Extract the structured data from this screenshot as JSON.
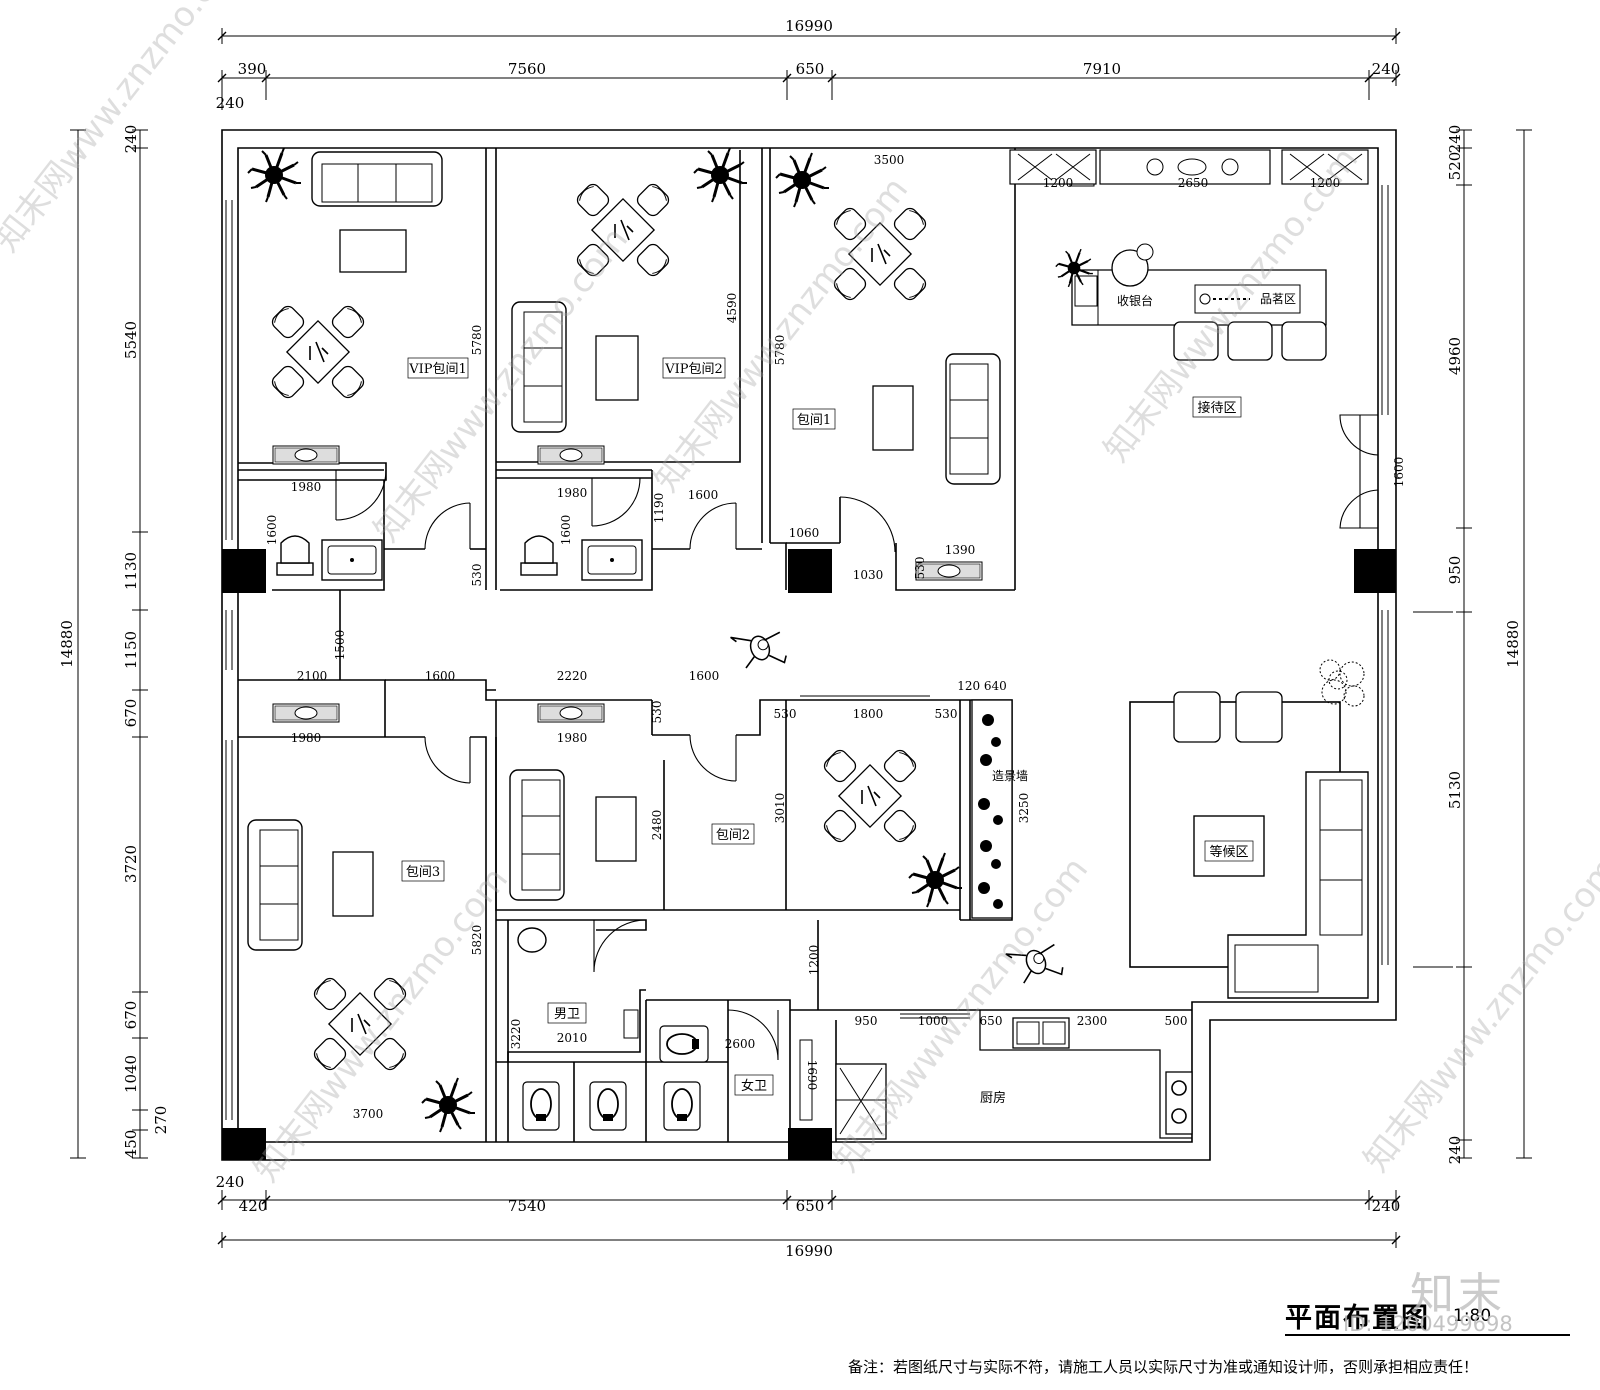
{
  "drawing": {
    "title": "平面布置图",
    "scale": "1:80",
    "note": "备注：若图纸尺寸与实际不符，请施工人员以实际尺寸为准或通知设计师，否则承担相应责任！"
  },
  "dims_top": {
    "total": "16990",
    "d1": "390",
    "d2": "7560",
    "d3": "650",
    "d4": "7910",
    "d5": "240",
    "d6": "240"
  },
  "dims_bottom": {
    "total": "16990",
    "d1": "420",
    "d2": "7540",
    "d3": "650",
    "d4": "240",
    "d5": "240"
  },
  "dims_left": {
    "total": "14880",
    "d1": "240",
    "d2": "5540",
    "d3": "1130",
    "d4": "1150",
    "d5": "670",
    "d6": "3720",
    "d7": "670",
    "d8": "1040",
    "d9": "270",
    "d10": "450"
  },
  "dims_right": {
    "total": "14880",
    "d1": "240",
    "d2": "520",
    "d3": "4960",
    "d4": "950",
    "d5": "5130",
    "d6": "240"
  },
  "rooms": {
    "vip1": "VIP包间1",
    "vip2": "VIP包间2",
    "room1": "包间1",
    "room2": "包间2",
    "room3": "包间3",
    "reception": "接待区",
    "cashier": "收银台",
    "tea": "品茗区",
    "waiting": "等候区",
    "kitchen": "厨房",
    "men_wc": "男卫",
    "women_wc": "女卫",
    "feature_wall": "造景墙"
  },
  "inner_dims": {
    "a1200l": "1200",
    "a2650": "2650",
    "a1200r": "1200",
    "a3500": "3500",
    "v5780a": "5780",
    "v4590": "4590",
    "v5780b": "5780",
    "v1600door": "1600",
    "b1980a": "1980",
    "b1600a": "1600",
    "b1980b": "1980",
    "b1600b": "1600",
    "b1190": "1190",
    "b1600c": "1600",
    "b1060": "1060",
    "b1030": "1030",
    "b1390": "1390",
    "b530a": "530",
    "b530b": "530",
    "b1500": "1500",
    "c2100": "2100",
    "c1600a": "1600",
    "c2220": "2220",
    "c1600b": "1600",
    "c120640": "120 640",
    "c1980a": "1980",
    "c1980b": "1980",
    "c530a": "530",
    "c530b": "530",
    "c1800": "1800",
    "c530c": "530",
    "c2480": "2480",
    "c3010": "3010",
    "c3250": "3250",
    "c5820": "5820",
    "c1200": "1200",
    "d3220": "3220",
    "d2010": "2010",
    "d2600": "2600",
    "d950": "950",
    "d1000": "1000",
    "d650": "650",
    "d2300": "2300",
    "d500": "500",
    "d1690": "1690",
    "d3700": "3700"
  },
  "watermark": {
    "site": "知末网www.znzmo.com",
    "logo": "知末",
    "id": "ID: 1200499698"
  }
}
